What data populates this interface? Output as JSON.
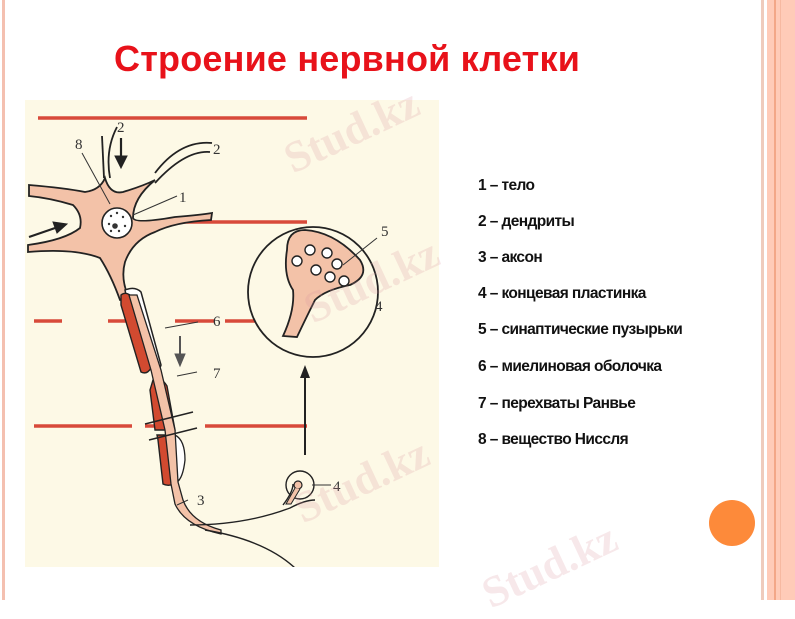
{
  "slide": {
    "title": "Строение нервной клетки",
    "accent_color": "#e8121a",
    "nav_dot_color": "#fd8a3a"
  },
  "legend": {
    "items": [
      {
        "num": "1",
        "text": "1 – тело"
      },
      {
        "num": "2",
        "text": "2 – дендриты"
      },
      {
        "num": "3",
        "text": "3 – аксон"
      },
      {
        "num": "4",
        "text": "4 – концевая пластинка"
      },
      {
        "num": "5",
        "text": "5 – синаптические пузырьки"
      },
      {
        "num": "6",
        "text": "6 – миелиновая оболочка"
      },
      {
        "num": "7",
        "text": "7 – перехваты Ранвье"
      },
      {
        "num": "8",
        "text": "8 – вещество Ниссля"
      }
    ]
  },
  "diagram": {
    "labels": {
      "l1": "1",
      "l2a": "2",
      "l2b": "2",
      "l3": "3",
      "l4a": "4",
      "l4b": "4",
      "l5": "5",
      "l6": "6",
      "l7": "7",
      "l8": "8"
    }
  },
  "watermark": {
    "text": "Stud.kz"
  }
}
